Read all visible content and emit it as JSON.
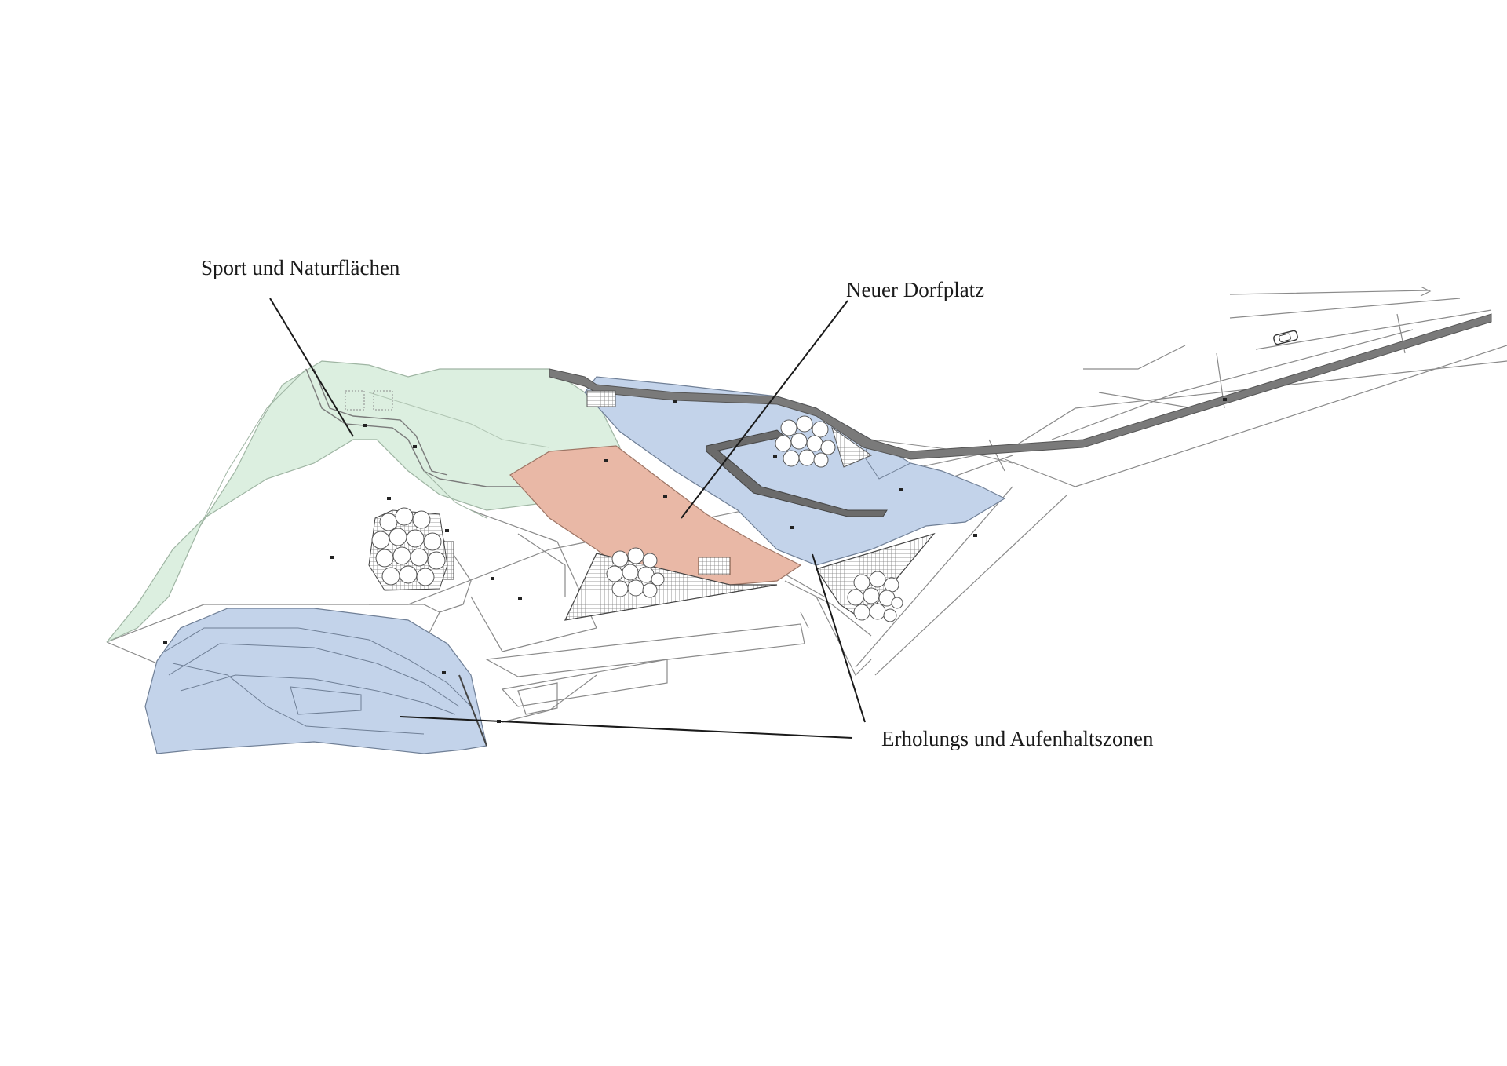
{
  "labels": {
    "sport": "Sport und Naturflächen",
    "dorfplatz": "Neuer Dorfplatz",
    "erholung": "Erholungs und Aufenhaltszonen"
  },
  "colors": {
    "green_zone": "#dcefe0",
    "blue_zone": "#c3d3ea",
    "salmon_zone": "#e9b8a6",
    "wall": "#6b6b6b",
    "line": "#8a8a8a",
    "leader": "#1a1a1a",
    "background": "#ffffff"
  }
}
